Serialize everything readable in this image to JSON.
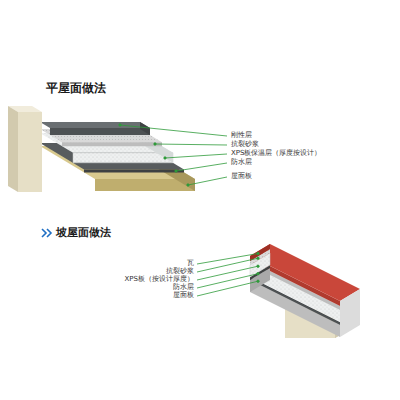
{
  "diagram": {
    "title": "平屋面做法",
    "labels": [
      "刚性层",
      "抗裂砂浆",
      "XPS板保温层（厚度按设计）",
      "防水层",
      "屋面板",
      "坡屋面做法",
      "瓦",
      "抗裂砂浆",
      "XPS板（按设计厚度）",
      "防水层",
      "屋面板"
    ]
  }
}
